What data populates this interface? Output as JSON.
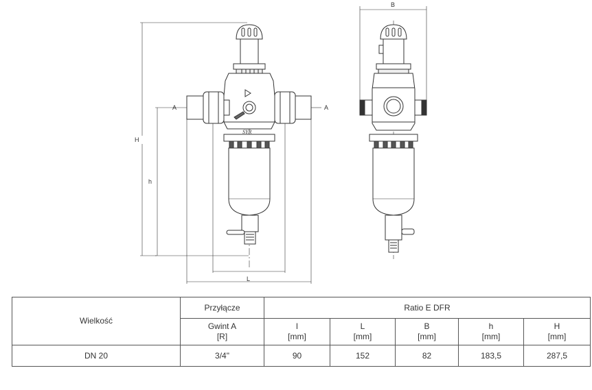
{
  "drawing": {
    "dim_labels": {
      "H": "H",
      "h": "h",
      "A_left": "A",
      "A_right": "A",
      "L": "L",
      "B": "B"
    },
    "brand_mark": "SYR"
  },
  "table": {
    "col_size": "Wielkość",
    "col_connection": "Przyłącze",
    "col_model": "Ratio E DFR",
    "sub_thread": {
      "name": "Gwint A",
      "unit": "[R]"
    },
    "sub_l": {
      "name": "l",
      "unit": "[mm]"
    },
    "sub_L": {
      "name": "L",
      "unit": "[mm]"
    },
    "sub_B": {
      "name": "B",
      "unit": "[mm]"
    },
    "sub_h": {
      "name": "h",
      "unit": "[mm]"
    },
    "sub_H": {
      "name": "H",
      "unit": "[mm]"
    },
    "row": {
      "size": "DN 20",
      "thread": "3/4\"",
      "l": "90",
      "L": "152",
      "B": "82",
      "h": "183,5",
      "H": "287,5"
    }
  }
}
